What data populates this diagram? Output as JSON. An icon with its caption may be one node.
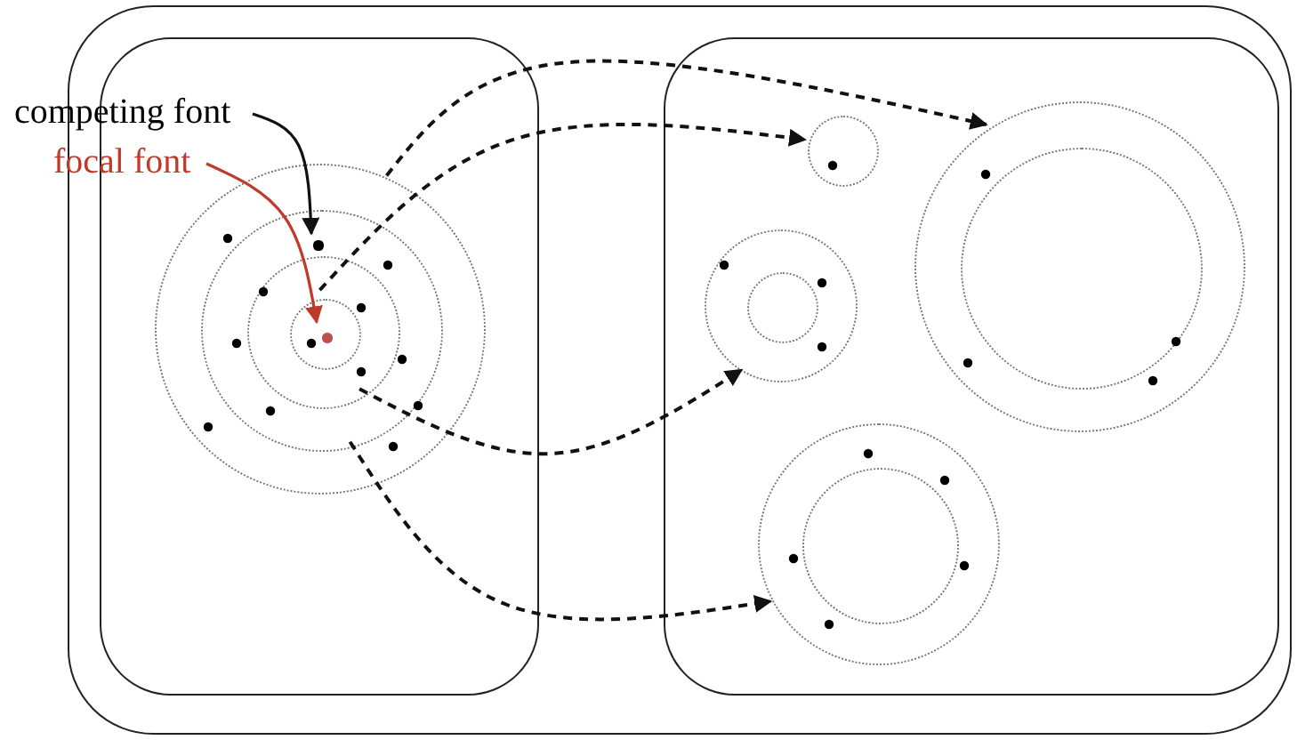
{
  "diagram": {
    "nodes": [
      {
        "text": [],
        "shape": "box"
      },
      {
        "text": [],
        "shape": "box",
        "in": 0
      },
      {
        "text": [],
        "shape": "box",
        "in": 0
      },
      {
        "text": [
          "competing font"
        ]
      },
      {
        "text": [
          "focal font"
        ]
      },
      {
        "text": [],
        "shape": "circle",
        "in": 1
      },
      {
        "text": [],
        "shape": "circle",
        "in": 5
      },
      {
        "text": [],
        "shape": "circle",
        "in": 6
      },
      {
        "text": [],
        "shape": "circle",
        "in": 7
      },
      {
        "text": [],
        "shape": "dot",
        "in": 6
      },
      {
        "text": [],
        "shape": "dot",
        "in": 8
      },
      {
        "text": [],
        "shape": "circle",
        "in": 2
      },
      {
        "text": [],
        "shape": "circle",
        "in": 2
      },
      {
        "text": [],
        "shape": "circle",
        "in": 12
      },
      {
        "text": [],
        "shape": "circle",
        "in": 2
      },
      {
        "text": [],
        "shape": "circle",
        "in": 14
      },
      {
        "text": [],
        "shape": "circle",
        "in": 2
      },
      {
        "text": [],
        "shape": "circle",
        "in": 16
      }
    ],
    "edges": [
      {
        "from": 3,
        "to": 9,
        "arrow": "to"
      },
      {
        "from": 4,
        "to": 10,
        "arrow": "to",
        "color": "#c0392b"
      },
      {
        "from": 5,
        "to": 12,
        "arrow": "to",
        "style": "dashed"
      },
      {
        "from": 8,
        "to": 11,
        "arrow": "to",
        "style": "dashed"
      },
      {
        "from": 7,
        "to": 14,
        "arrow": "to",
        "style": "dashed"
      },
      {
        "from": 6,
        "to": 16,
        "arrow": "to",
        "style": "dashed"
      }
    ]
  }
}
